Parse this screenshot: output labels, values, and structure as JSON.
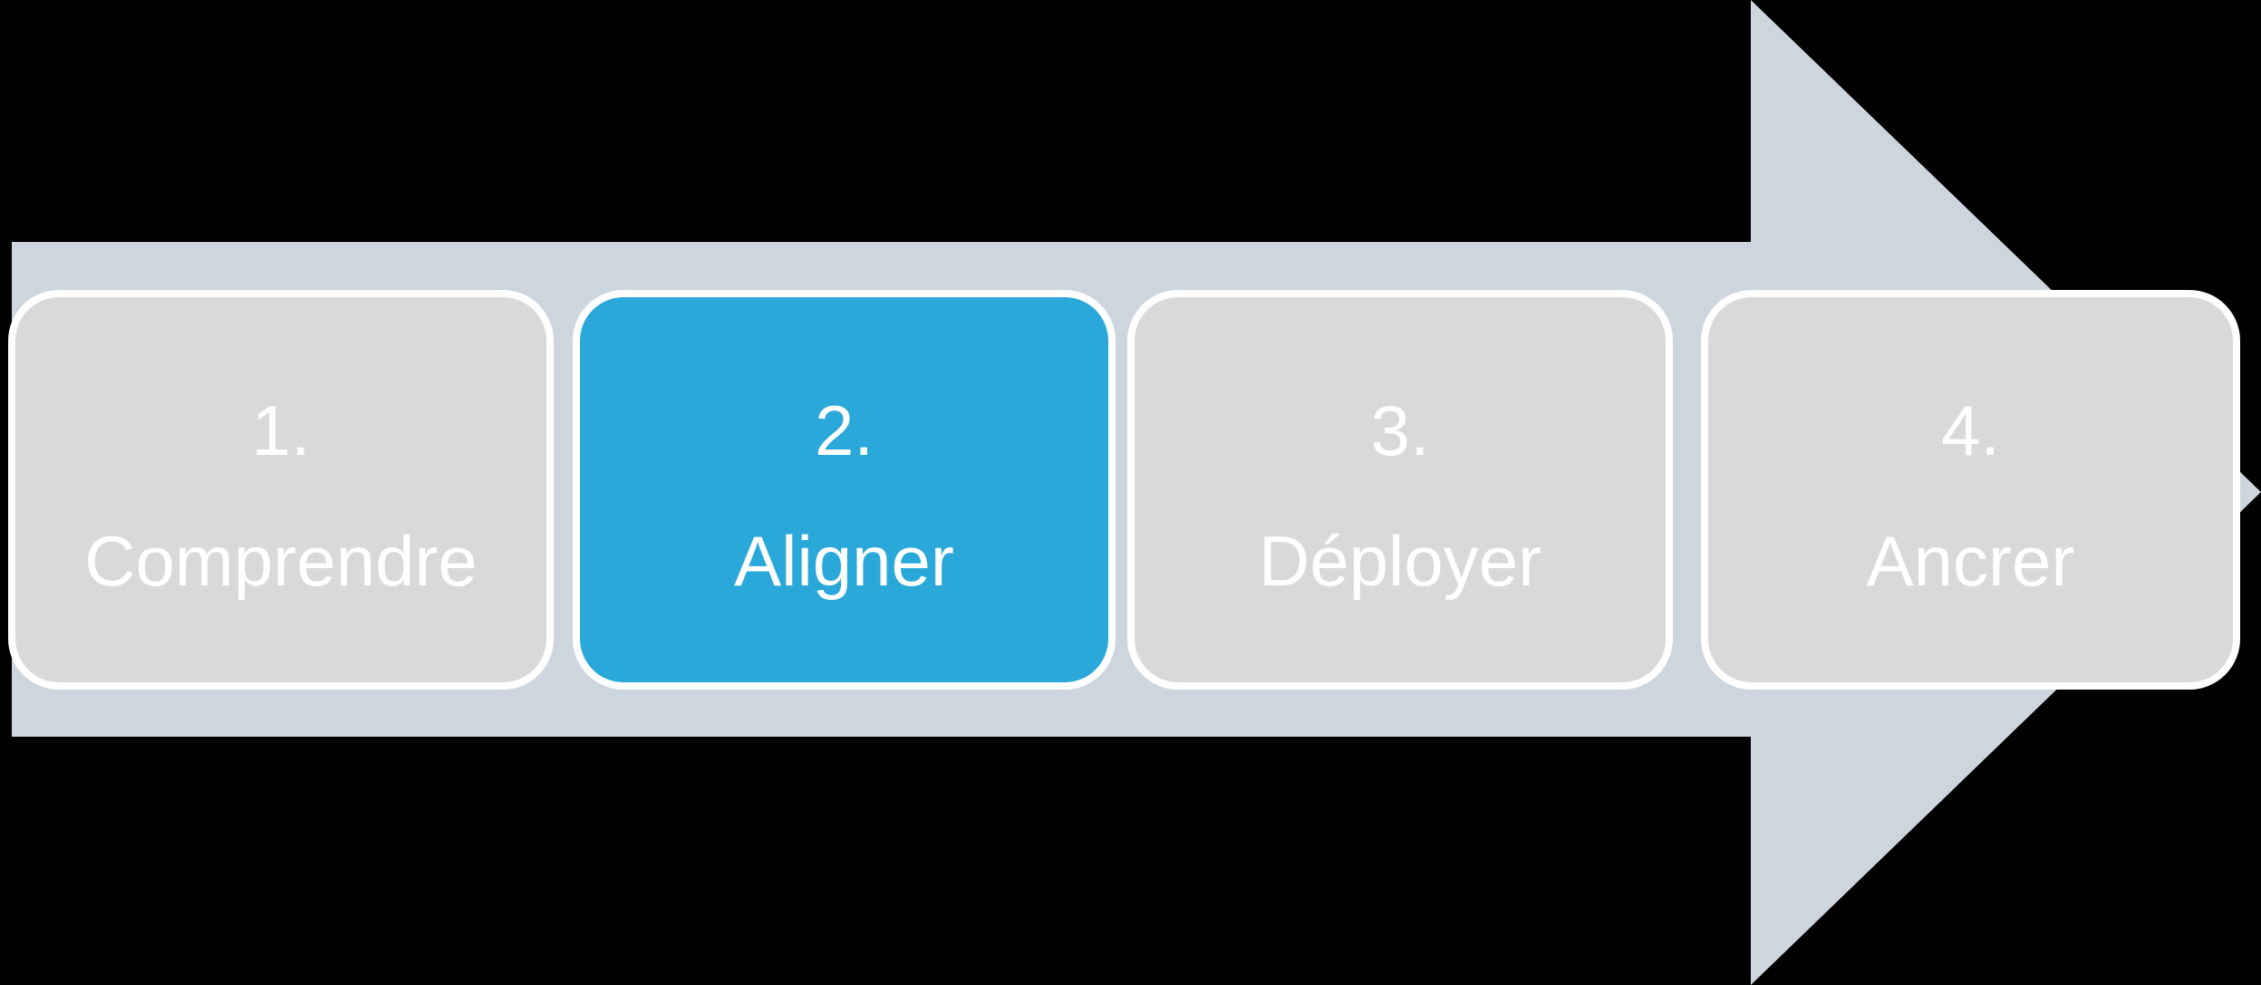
{
  "diagram": {
    "description": "Four-step process arrow pointing right, step 2 highlighted",
    "steps": [
      {
        "number": "1.",
        "label": "Comprendre",
        "state": "inactive"
      },
      {
        "number": "2.",
        "label": "Aligner",
        "state": "active"
      },
      {
        "number": "3.",
        "label": "Déployer",
        "state": "inactive"
      },
      {
        "number": "4.",
        "label": "Ancrer",
        "state": "inactive"
      }
    ],
    "colors": {
      "background": "#000000",
      "arrow": "#cdd5de",
      "step_inactive": "#d9d9d9",
      "step_active": "#29a8d9",
      "step_border": "#ffffff",
      "text": "#ffffff"
    }
  }
}
